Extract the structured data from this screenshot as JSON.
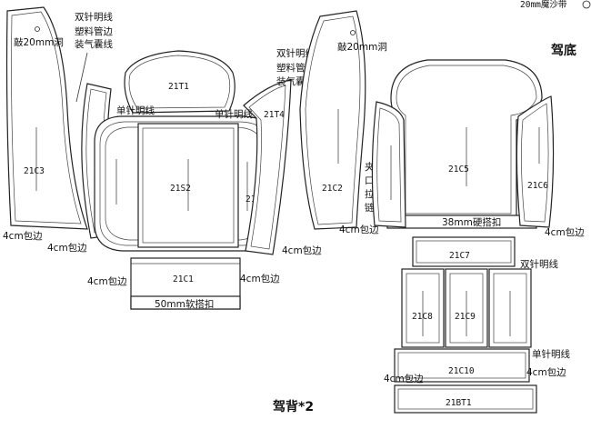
{
  "titles": {
    "back": "驾背*2",
    "bottom": "驾底",
    "top_right": "20mm魔沙带"
  },
  "pieces": {
    "c3": "21C3",
    "t1": "21T1",
    "s2": "21S2",
    "t3": "21T3",
    "c1": "21C1",
    "c2": "21C2",
    "c5": "21C5",
    "c6": "21C6",
    "c7": "21C7",
    "c8": "21C8",
    "c9": "21C9",
    "c10": "21C10",
    "bt1": "21BT1"
  },
  "annotations": {
    "hole_left": "敲20mm洞",
    "hole_right": "敲20mm洞",
    "twin_left": [
      "双针明线",
      "塑料管边",
      "装气囊线"
    ],
    "twin_right": [
      "双针明线",
      "塑料管边",
      "装气囊线"
    ],
    "single_left": "单针明线",
    "single_right": "单针明线",
    "t4": "21T4",
    "edge_1": "4cm包边",
    "edge_2": "4cm包边",
    "edge_3": "4cm包边",
    "edge_4": "4cm包边",
    "edge_5": "4cm包边",
    "edge_6": "4cm包边",
    "edge_7": "4cm包边",
    "edge_8": "4cm包边",
    "velcro_50": "50mm软搭扣",
    "velcro_38": "38mm硬搭扣",
    "zipper": [
      "夹",
      "口",
      "拉",
      "链"
    ],
    "twin_c7": "双针明线",
    "single_c10": "单针明线"
  }
}
